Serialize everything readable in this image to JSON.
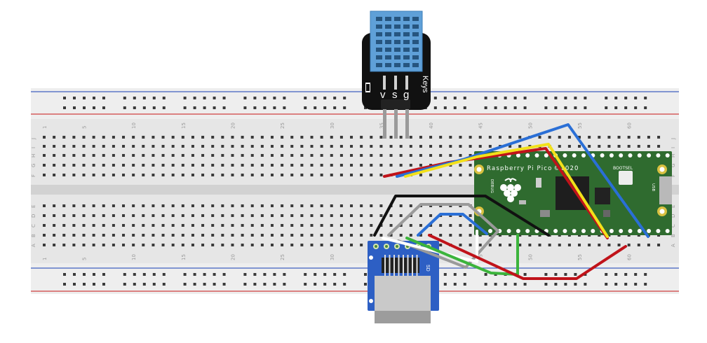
{
  "breadboard": {
    "column_numbers": [
      "1",
      "5",
      "10",
      "15",
      "20",
      "25",
      "30",
      "35",
      "40",
      "45",
      "50",
      "55",
      "60"
    ],
    "row_letters_top": [
      "J",
      "I",
      "H",
      "G",
      "F"
    ],
    "row_letters_bottom": [
      "E",
      "D",
      "C",
      "B",
      "A"
    ]
  },
  "dht_sensor": {
    "pin_labels": [
      "v",
      "s",
      "g"
    ],
    "brand_label": "Keys"
  },
  "pico": {
    "board_name": "Raspberry Pi Pico",
    "copyright": "©2020",
    "bootsel_label": "BOOTSEL",
    "debug_label": "DEBUG",
    "usb_label": "USB"
  },
  "sd_module": {
    "side_label": "SD"
  },
  "colors": {
    "breadboard": "#e9e9e9",
    "hole": "#3a3a3a",
    "rail_red": "#d04040",
    "rail_blue": "#4060c0",
    "pcb_green": "#2f6b2f",
    "sensor_blue": "#5fa0d8",
    "sd_blue": "#2d5fc4",
    "wire_red": "#c0131a",
    "wire_blue": "#2a6fd6",
    "wire_yellow": "#f2e01a",
    "wire_black": "#111111",
    "wire_gray": "#9a9a9a",
    "wire_green": "#3cb43c",
    "wire_white": "#ffffff"
  }
}
